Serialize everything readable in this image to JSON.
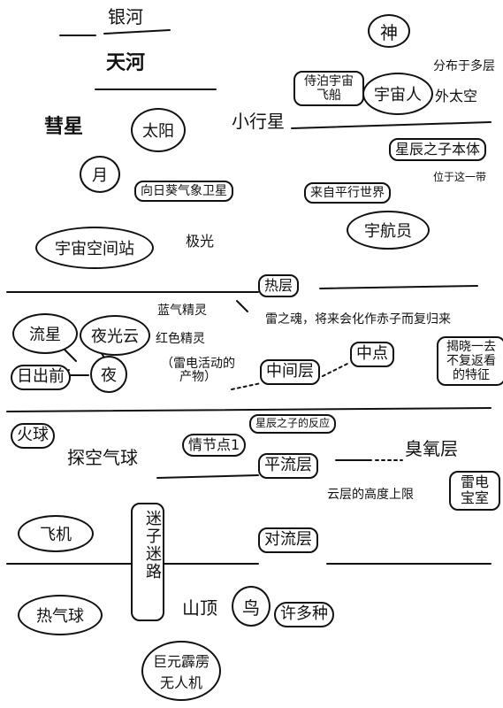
{
  "nodes": {
    "yinhe": "银河",
    "tianhe": "天河",
    "shen": "神",
    "feichuan": "侍泊宇宙飞船",
    "yuzhouren": "宇宙人",
    "fenbu": "分布于多层",
    "waitaikong": "外太空",
    "huixing": "彗星",
    "taiyang": "太阳",
    "xiaoxingxing": "小行星",
    "yue": "月",
    "xingchen_benti": "星辰之子本体",
    "weiyu": "位于这一带",
    "qixiang_weixing": "向日葵气象卫星",
    "pingxing_shijie": "来自平行世界",
    "yuhangyuan": "宇航员",
    "kongjianzhan": "宇宙空间站",
    "jiguang": "极光",
    "reqceng": "热层",
    "lanqi_jingling": "蓝气精灵",
    "hongse_jingling": "红色精灵",
    "leidian_chanwu": "（雷电活动的产物）",
    "liuxing": "流星",
    "yeguangyun": "夜光云",
    "richuqian": "日出前",
    "ye": "夜",
    "leizhihun": "雷之魂，将来会化作赤子而复归来",
    "zhongdian": "中点",
    "jieshi": "揭晓一去不复返看的特征",
    "zhongjianceng": "中间层",
    "huoqiu": "火球",
    "tankong_qiqiu": "探空气球",
    "qingjiedian": "情节点1",
    "xingchen_fanying": "星辰之子的反应",
    "pingliuceng": "平流层",
    "chouyangceng": "臭氧层",
    "yunceng_shangxian": "云层的高度上限",
    "leidian_baoshi": "雷电宝室",
    "feiji": "飞机",
    "mizi": "迷子迷路",
    "duiliuceng": "对流层",
    "shanding": "山顶",
    "niao": "鸟",
    "xuduozhong": "许多种",
    "reqi_qiqiu": "热气球",
    "juyuan_yuntian": "巨元霹雳",
    "wurenji": "无人机"
  }
}
